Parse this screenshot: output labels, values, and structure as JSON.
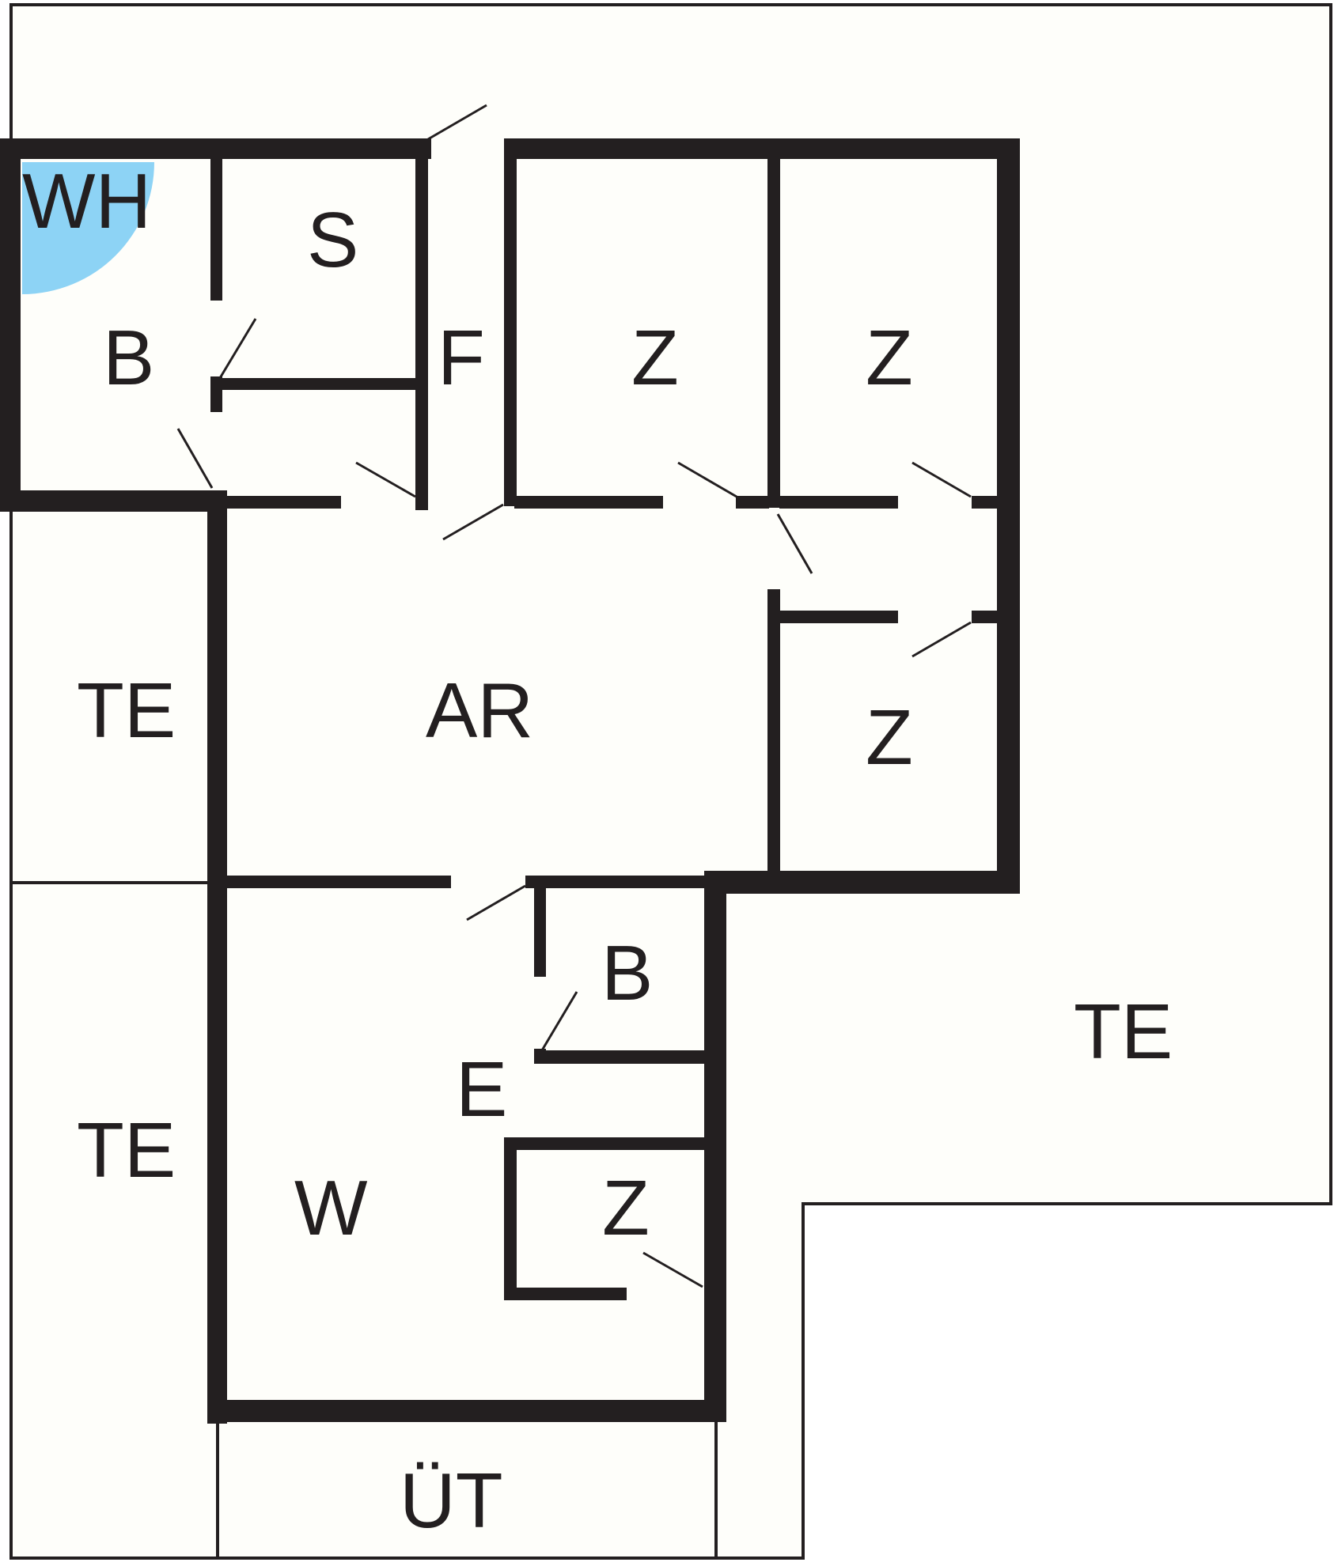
{
  "colors": {
    "background": "#ffffff",
    "floor": "#fefefa",
    "wall": "#231f20",
    "hot_tub": "#8dd3f5"
  },
  "labels": {
    "wh": "WH",
    "bath_top": "B",
    "sauna": "S",
    "hall": "F",
    "bedroom_1": "Z",
    "bedroom_2": "Z",
    "bedroom_3": "Z",
    "workroom": "AR",
    "terrace_left_top": "TE",
    "terrace_left_bottom": "TE",
    "terrace_right": "TE",
    "bath_bottom": "B",
    "dining": "E",
    "living": "W",
    "bedroom_4": "Z",
    "covered_porch": "ÜT"
  },
  "icons": {
    "hot_tub": "hot-tub-quarter-circle",
    "door_swing": "door-swing-line"
  }
}
